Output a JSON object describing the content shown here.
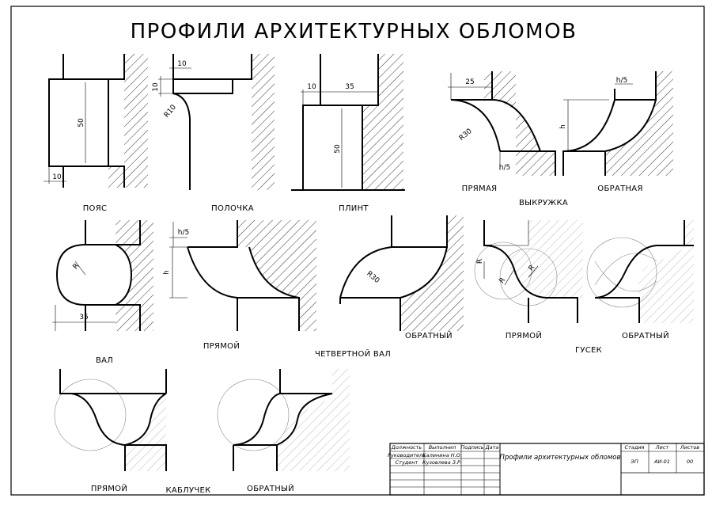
{
  "title": "ПРОФИЛИ АРХИТЕКТУРНЫХ ОБЛОМОВ",
  "labels": {
    "poyas": "ПОЯС",
    "polochka": "ПОЛОЧКА",
    "plint": "ПЛИНТ",
    "vykruzhka_pryamaya": "ПРЯМАЯ",
    "vykruzhka": "ВЫКРУЖКА",
    "vykruzhka_obratnaya": "ОБРАТНАЯ",
    "val": "ВАЛ",
    "chetvertnoy_val_pryamoy": "ПРЯМОЙ",
    "chetvertnoy_val": "ЧЕТВЕРТНОЙ ВАЛ",
    "chetvertnoy_val_obratny": "ОБРАТНЫЙ",
    "gusek_pryamoy": "ПРЯМОЙ",
    "gusek": "ГУСЕК",
    "gusek_obratny": "ОБРАТНЫЙ",
    "kablychek_pryamoy": "ПРЯМОЙ",
    "kablychek": "КАБЛУЧЕК",
    "kablychek_obratny": "ОБРАТНЫЙ"
  },
  "dimensions": {
    "poyas_height": "50",
    "poyas_offset": "10",
    "polochka_width": "10",
    "polochka_height": "10",
    "polochka_radius": "R10",
    "plint_offset": "10",
    "plint_width": "35",
    "plint_height": "50",
    "vykruzhka_width": "25",
    "vykruzhka_radius": "R30",
    "vykruzhka_h5": "h/5",
    "vykruzhka_obr_h5": "h/5",
    "vykruzhka_obr_h": "h",
    "val_radius": "R",
    "val_width": "35",
    "chval_h5": "h/5",
    "chval_h": "h",
    "chval_radius": "R30",
    "gusek_r1": "R",
    "gusek_r2": "R",
    "gusek_r3": "R"
  },
  "title_block": {
    "headers": [
      "Должность",
      "Выполнил",
      "Подпись",
      "Дата"
    ],
    "rows": [
      {
        "role": "Руководитель",
        "name": "Калинина Н.О."
      },
      {
        "role": "Студент",
        "name": "Кузовлева З.Р."
      }
    ],
    "document_title": "Профили архитектурных обломов",
    "stage_header": "Стадия",
    "sheet_header": "Лист",
    "sheets_header": "Листов",
    "stage": "ЭП",
    "sheet": "АИ-01",
    "sheets": "00"
  }
}
